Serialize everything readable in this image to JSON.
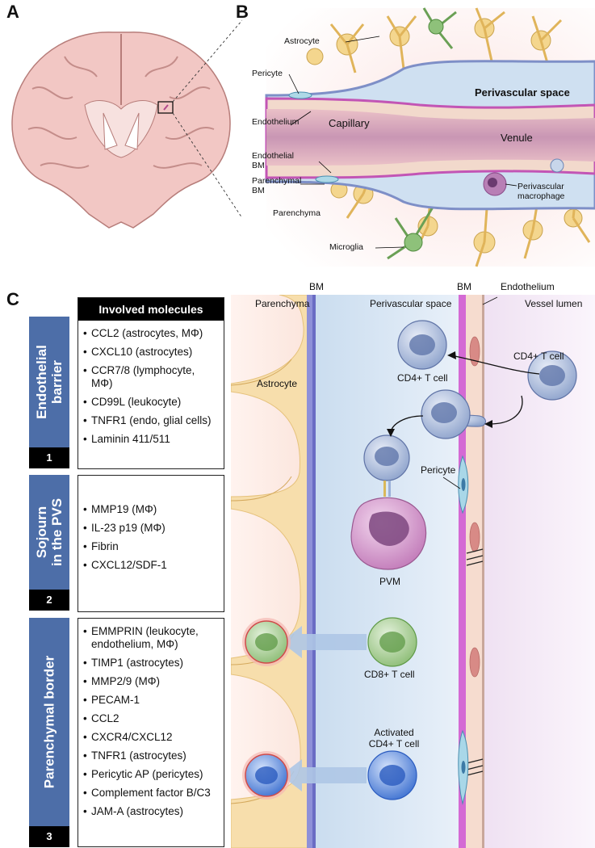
{
  "panels": {
    "a": "A",
    "b": "B",
    "c": "C"
  },
  "panel_b": {
    "astrocyte": "Astrocyte",
    "pericyte": "Pericyte",
    "endothelium": "Endothelium",
    "capillary": "Capillary",
    "endothelial_bm": "Endothelial BM",
    "parenchymal_bm": "Parenchymal BM",
    "parenchyma": "Parenchyma",
    "perivascular_space": "Perivascular space",
    "venule": "Venule",
    "perivascular_macrophage": "Perivascular macrophage",
    "microglia": "Microglia"
  },
  "panel_c": {
    "header": "Involved molecules",
    "sections": [
      {
        "title_line1": "Endothelial",
        "title_line2": "barrier",
        "number": "1",
        "molecules": [
          "CCL2 (astrocytes, MΦ)",
          "CXCL10 (astrocytes)",
          "CCR7/8 (lymphocyte, MΦ)",
          "CD99L (leukocyte)",
          "TNFR1 (endo, glial cells)",
          "Laminin 411/511"
        ]
      },
      {
        "title_line1": "Sojourn",
        "title_line2": "in the PVS",
        "number": "2",
        "molecules": [
          "MMP19 (MΦ)",
          "IL-23 p19 (MΦ)",
          "Fibrin",
          "CXCL12/SDF-1"
        ]
      },
      {
        "title_line1": "Parenchymal border",
        "title_line2": "",
        "number": "3",
        "molecules": [
          "EMMPRIN (leukocyte, endothelium, MΦ)",
          "TIMP1 (astrocytes)",
          "MMP2/9 (MΦ)",
          "PECAM-1",
          "CCL2",
          "CXCR4/CXCL12",
          "TNFR1 (astrocytes)",
          "Pericytic AP (pericytes)",
          "Complement factor B/C3",
          "JAM-A (astrocytes)"
        ]
      }
    ],
    "diagram": {
      "parenchyma": "Parenchyma",
      "bm_left": "BM",
      "perivascular_space": "Perivascular space",
      "bm_right": "BM",
      "endothelium": "Endothelium",
      "vessel_lumen": "Vessel lumen",
      "astrocyte": "Astrocyte",
      "cd4_t_cell_lumen": "CD4+ T cell",
      "cd4_t_cell_pvs": "CD4+ T cell",
      "pericyte": "Pericyte",
      "pvm": "PVM",
      "cd8_t_cell": "CD8+ T cell",
      "activated_line1": "Activated",
      "activated_line2": "CD4+ T cell"
    }
  }
}
